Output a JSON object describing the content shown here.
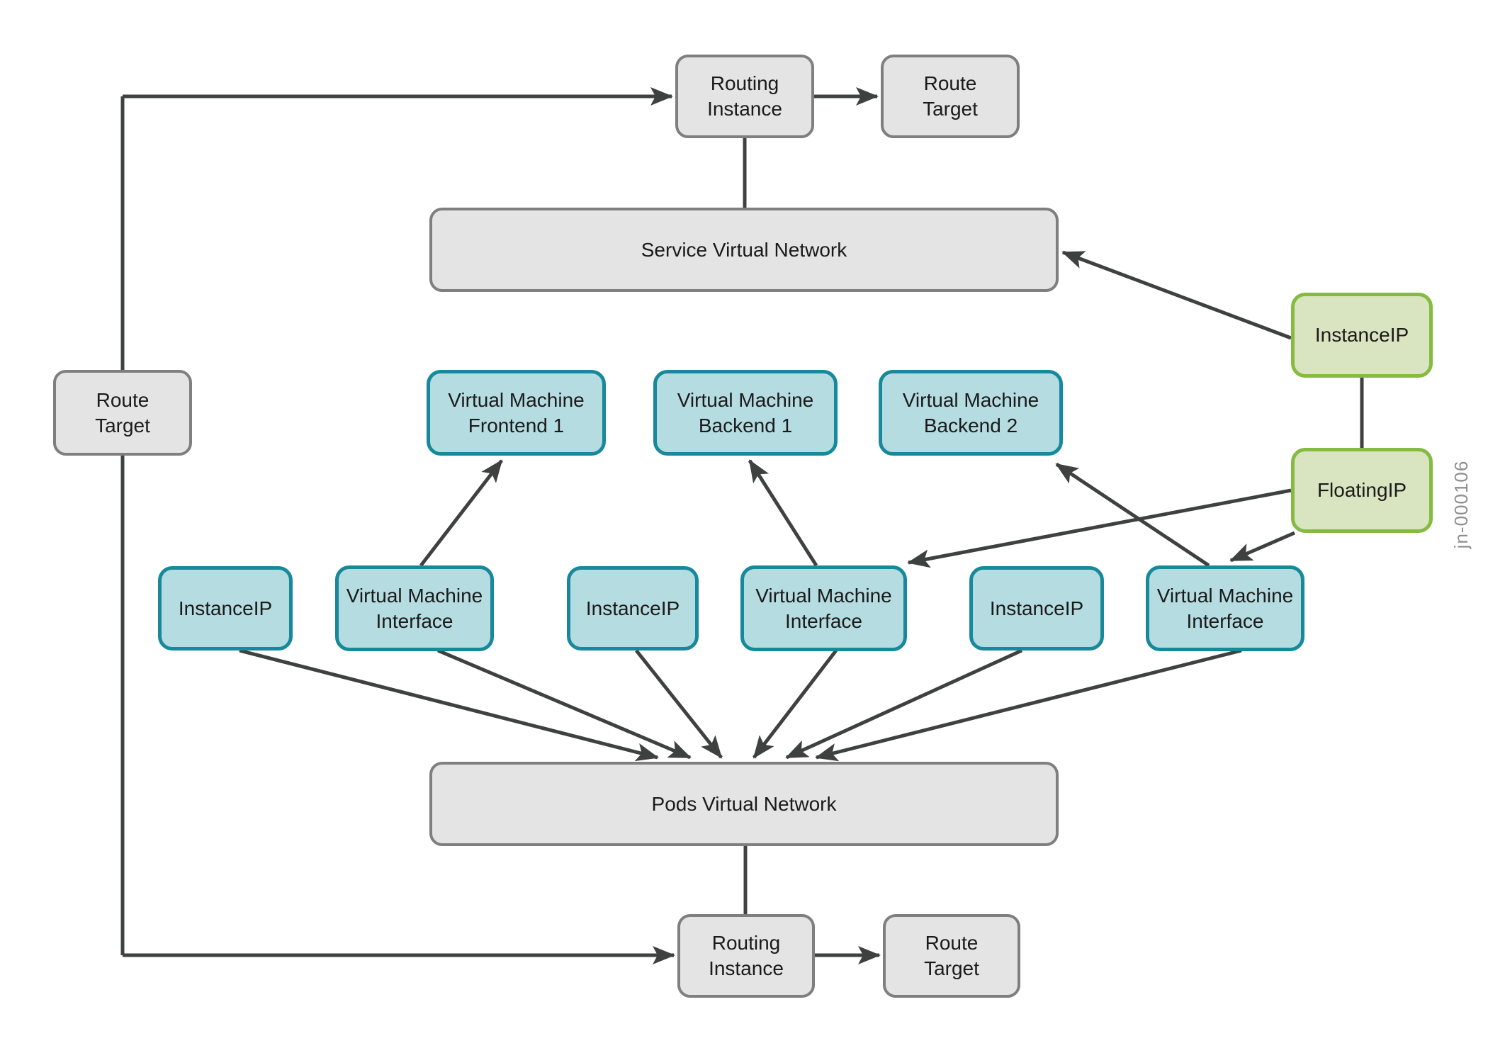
{
  "colors": {
    "background": "#ffffff",
    "gray_box_fill": "#e4e4e4",
    "gray_box_border": "#7f7f7f",
    "teal_box_fill": "#b5dce1",
    "teal_box_border": "#17899b",
    "green_box_fill": "#d8e5c0",
    "green_box_border": "#85bb41",
    "edge_line": "#3f4040",
    "label_text": "#1a1a1a",
    "figure_id_text": "#8f8f8f"
  },
  "nodes": {
    "route_target_left": {
      "label": "Route\nTarget"
    },
    "routing_instance_top": {
      "label": "Routing\nInstance"
    },
    "route_target_top": {
      "label": "Route\nTarget"
    },
    "service_virtual_network": {
      "label": "Service Virtual Network"
    },
    "vm_frontend_1": {
      "label": "Virtual Machine\nFrontend 1"
    },
    "vm_backend_1": {
      "label": "Virtual Machine\nBackend 1"
    },
    "vm_backend_2": {
      "label": "Virtual Machine\nBackend 2"
    },
    "instance_ip_right": {
      "label": "InstanceIP"
    },
    "floating_ip": {
      "label": "FloatingIP"
    },
    "instance_ip_1": {
      "label": "InstanceIP"
    },
    "vm_interface_1": {
      "label": "Virtual Machine\nInterface"
    },
    "instance_ip_2": {
      "label": "InstanceIP"
    },
    "vm_interface_2": {
      "label": "Virtual Machine\nInterface"
    },
    "instance_ip_3": {
      "label": "InstanceIP"
    },
    "vm_interface_3": {
      "label": "Virtual Machine\nInterface"
    },
    "pods_virtual_network": {
      "label": "Pods Virtual Network"
    },
    "routing_instance_bottom": {
      "label": "Routing\nInstance"
    },
    "route_target_bottom": {
      "label": "Route\nTarget"
    }
  },
  "figure_id": "jn-000106"
}
